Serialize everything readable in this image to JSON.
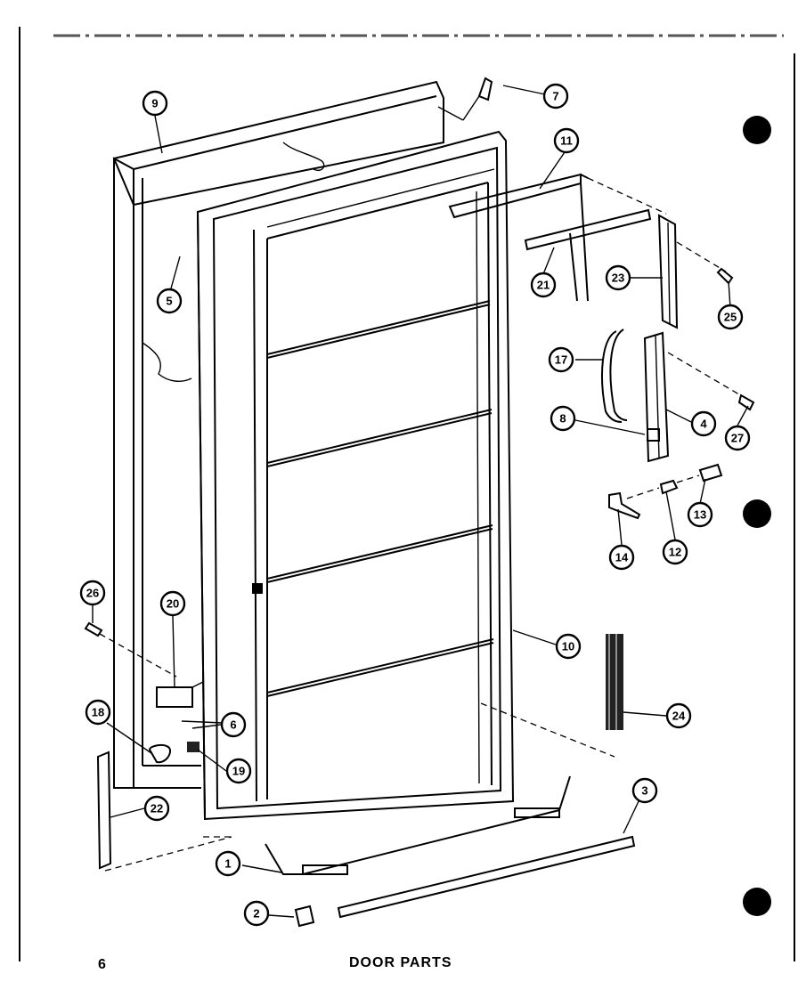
{
  "caption": "DOOR PARTS",
  "page_number": "6",
  "callouts": [
    {
      "id": "c9a",
      "label": "9"
    },
    {
      "id": "c7",
      "label": "7"
    },
    {
      "id": "c11",
      "label": "11"
    },
    {
      "id": "c5",
      "label": "5"
    },
    {
      "id": "c21",
      "label": "21"
    },
    {
      "id": "c23",
      "label": "23"
    },
    {
      "id": "c25",
      "label": "25"
    },
    {
      "id": "c17",
      "label": "17"
    },
    {
      "id": "c8",
      "label": "8"
    },
    {
      "id": "c4",
      "label": "4"
    },
    {
      "id": "c27",
      "label": "27"
    },
    {
      "id": "c13",
      "label": "13"
    },
    {
      "id": "c14",
      "label": "14"
    },
    {
      "id": "c12",
      "label": "12"
    },
    {
      "id": "c26",
      "label": "26"
    },
    {
      "id": "c20",
      "label": "20"
    },
    {
      "id": "c10",
      "label": "10"
    },
    {
      "id": "c24",
      "label": "24"
    },
    {
      "id": "c18",
      "label": "18"
    },
    {
      "id": "c6",
      "label": "6"
    },
    {
      "id": "c19",
      "label": "19"
    },
    {
      "id": "c22",
      "label": "22"
    },
    {
      "id": "c3",
      "label": "3"
    },
    {
      "id": "c1",
      "label": "1"
    },
    {
      "id": "c2",
      "label": "2"
    }
  ]
}
